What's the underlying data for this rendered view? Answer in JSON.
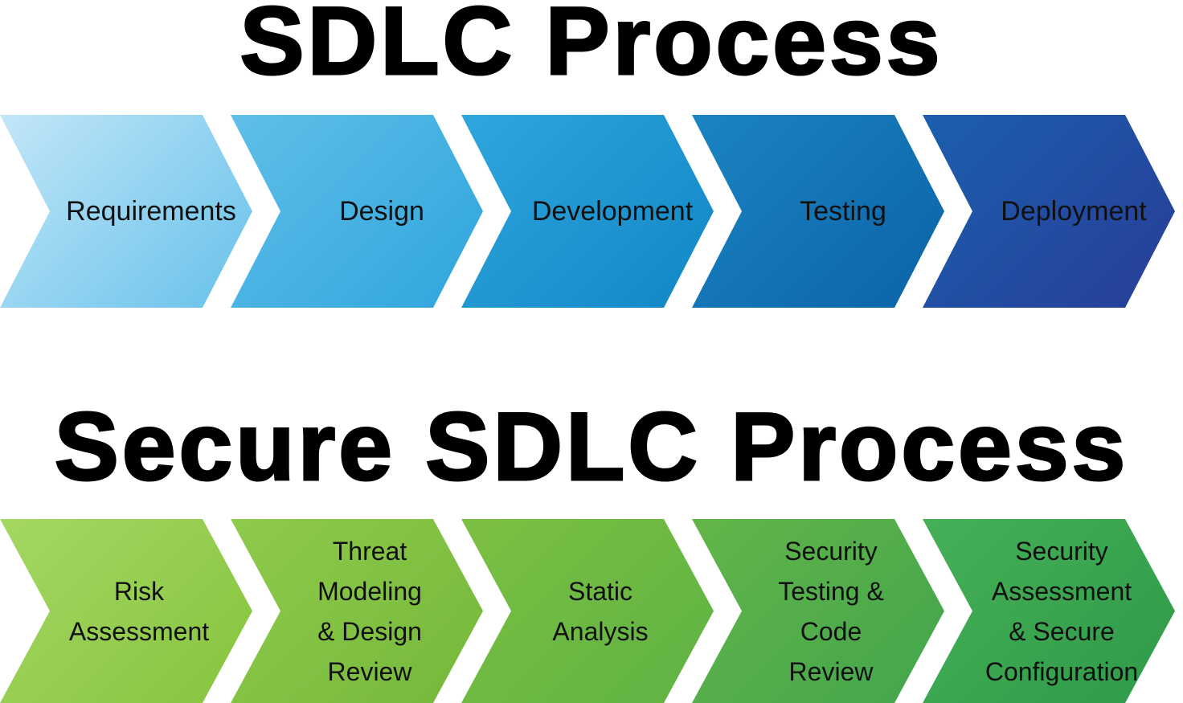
{
  "theme": {
    "background": "#ffffff",
    "title_color": "#000000",
    "label_color": "#101010",
    "gap_color": "#ffffff"
  },
  "sdlc": {
    "title": "SDLC Process",
    "steps": [
      {
        "label": "Requirements",
        "gradient_from": "#c2e6f8",
        "gradient_to": "#66c1ea"
      },
      {
        "label": "Design",
        "gradient_from": "#5fbfe9",
        "gradient_to": "#2fa5dc"
      },
      {
        "label": "Development",
        "gradient_from": "#2fa6dd",
        "gradient_to": "#1186c6"
      },
      {
        "label": "Testing",
        "gradient_from": "#1b84c3",
        "gradient_to": "#0b63a7"
      },
      {
        "label": "Deployment",
        "gradient_from": "#1b5fae",
        "gradient_to": "#283d97"
      }
    ]
  },
  "secure_sdlc": {
    "title": "Secure SDLC Process",
    "steps": [
      {
        "label": "Risk\nAssessment",
        "gradient_from": "#a5d763",
        "gradient_to": "#86c43e"
      },
      {
        "label": "Threat\nModeling\n& Design\nReview",
        "gradient_from": "#8fca4b",
        "gradient_to": "#74b83a"
      },
      {
        "label": "Static\nAnalysis",
        "gradient_from": "#7cc043",
        "gradient_to": "#5eb243"
      },
      {
        "label": "Security\nTesting &\nCode\nReview",
        "gradient_from": "#63b548",
        "gradient_to": "#42a54d"
      },
      {
        "label": "Security\nAssessment\n& Secure\nConfiguration",
        "gradient_from": "#46b057",
        "gradient_to": "#2f9a48"
      }
    ]
  }
}
